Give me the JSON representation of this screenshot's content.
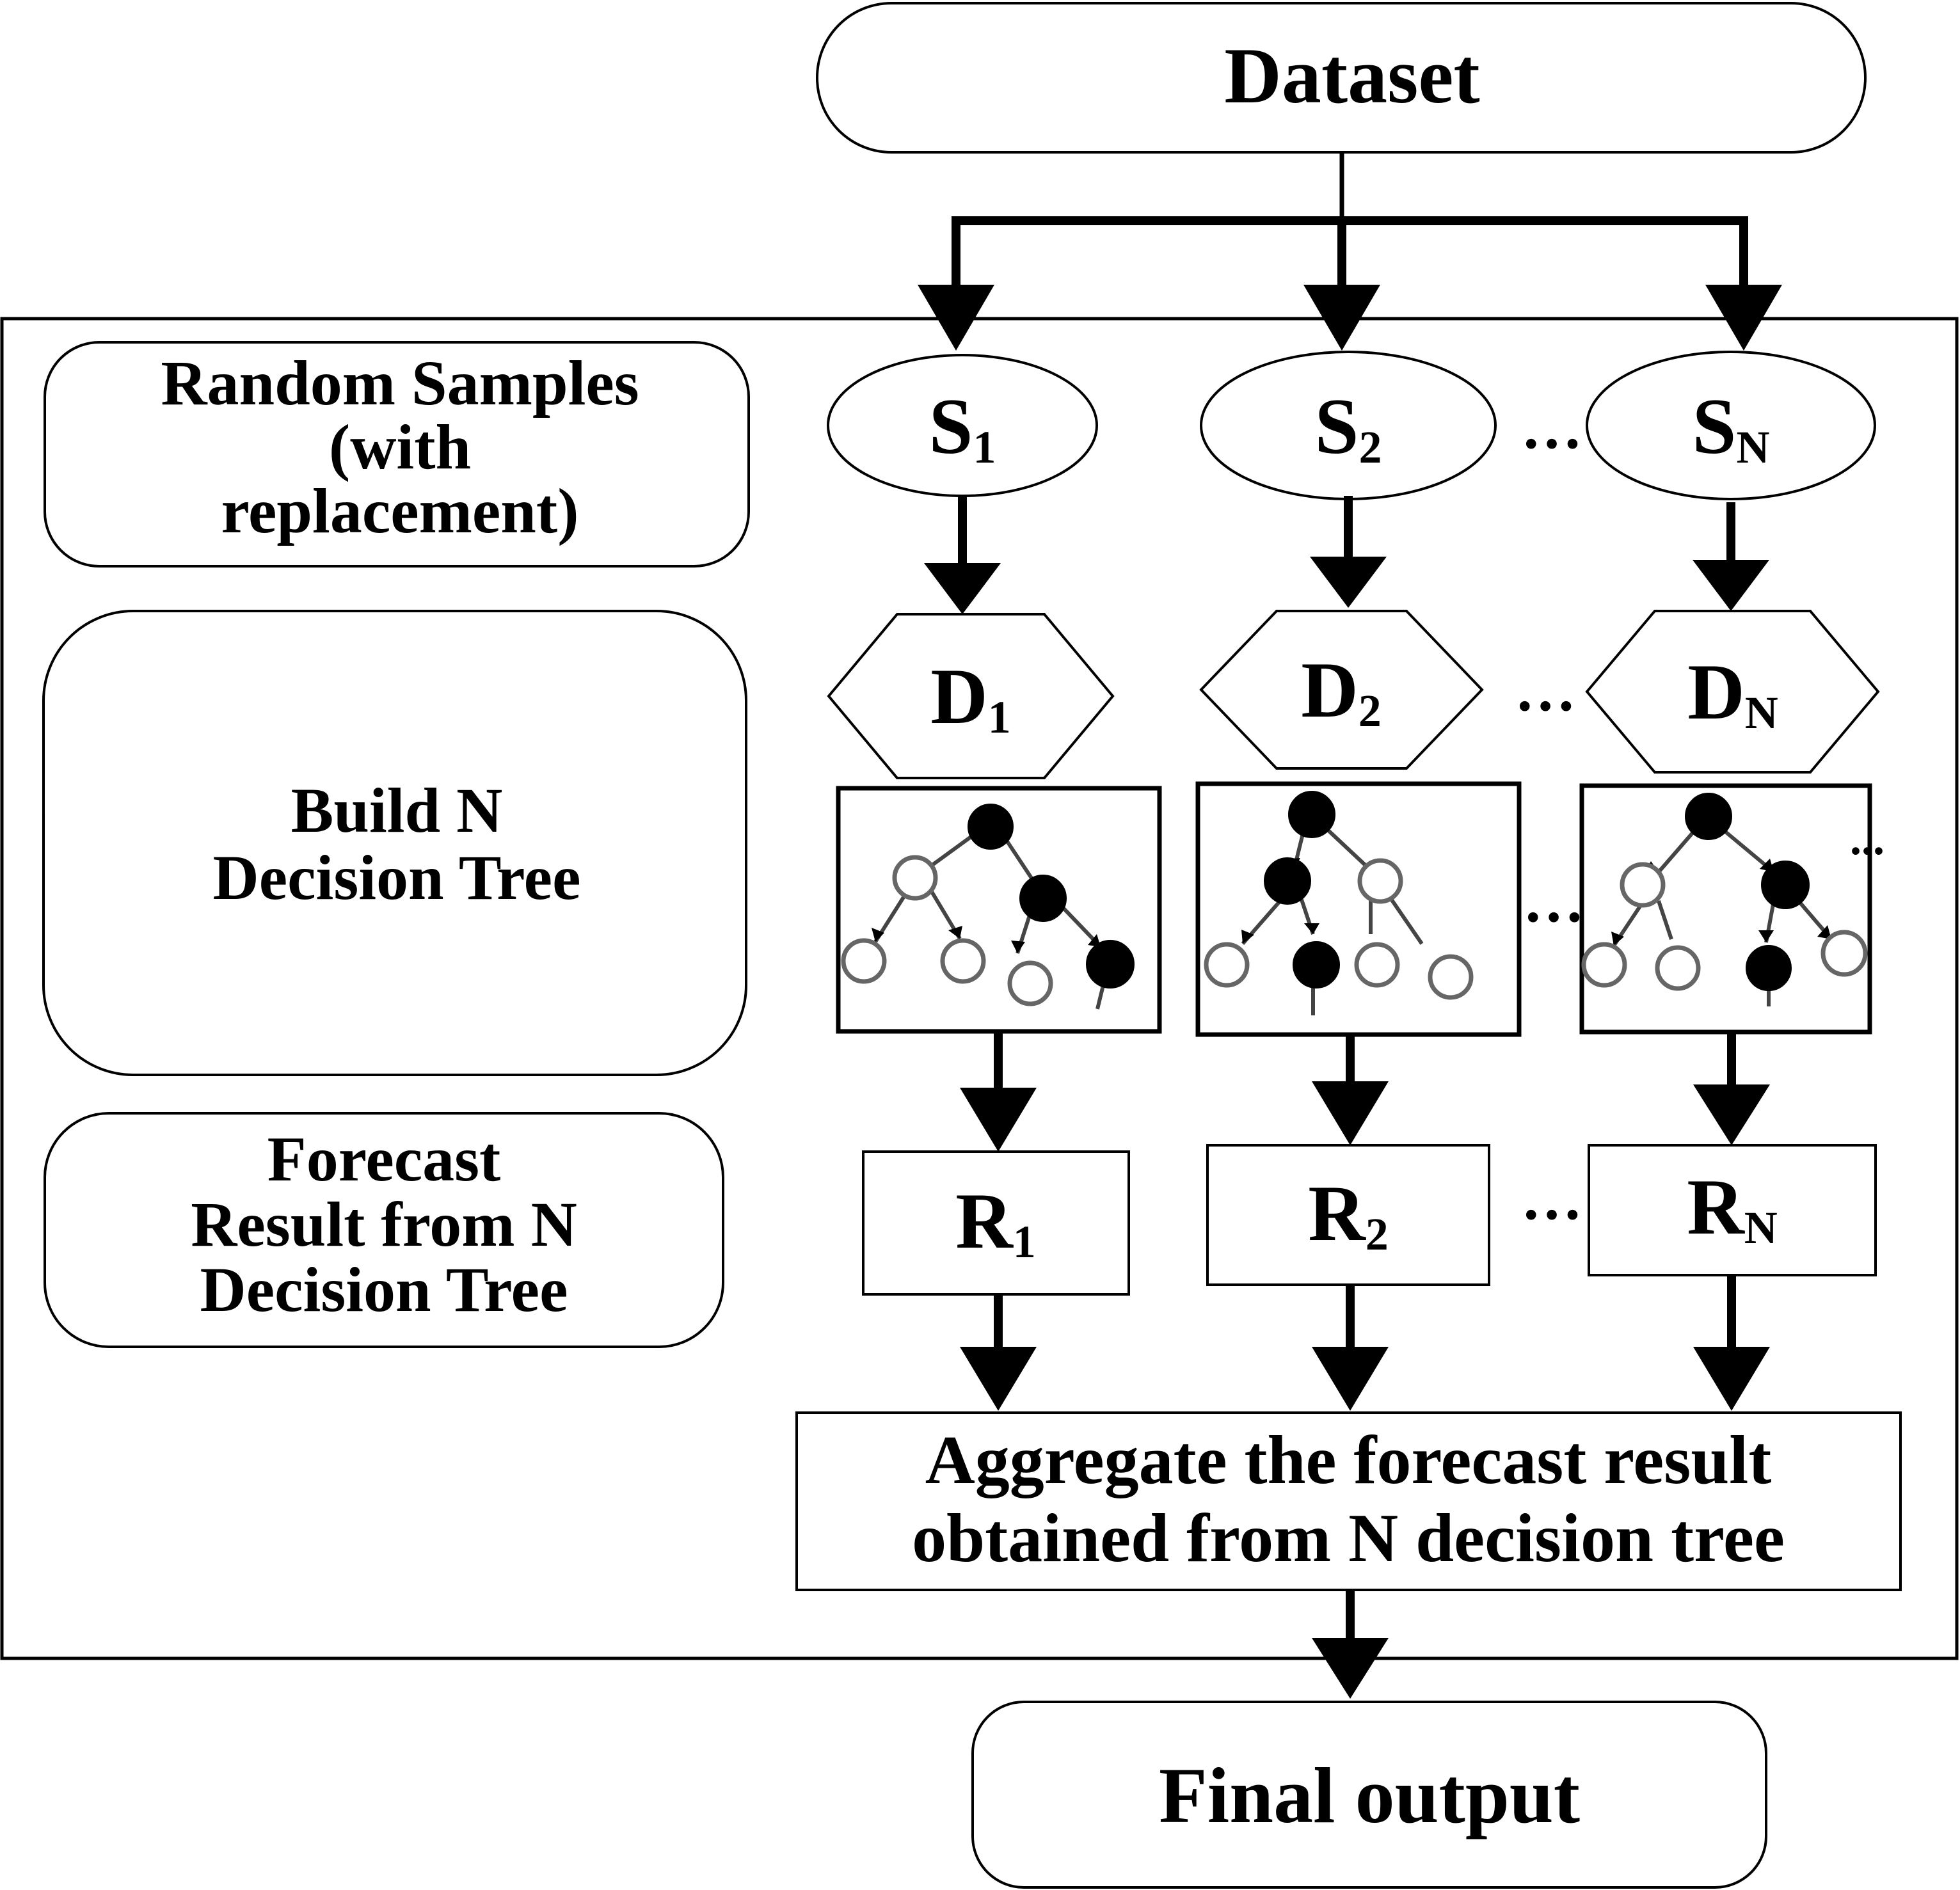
{
  "dataset": "Dataset",
  "steps": {
    "random_samples": [
      "Random Samples",
      "(with",
      "replacement)"
    ],
    "build_trees": [
      "Build N",
      "Decision Tree"
    ],
    "forecast": [
      "Forecast",
      "Result from N",
      "Decision Tree"
    ]
  },
  "samples": [
    {
      "base": "S",
      "sub": "1"
    },
    {
      "base": "S",
      "sub": "2"
    },
    {
      "base": "S",
      "sub": "N"
    }
  ],
  "datasets": [
    {
      "base": "D",
      "sub": "1"
    },
    {
      "base": "D",
      "sub": "2"
    },
    {
      "base": "D",
      "sub": "N"
    }
  ],
  "results": [
    {
      "base": "R",
      "sub": "1"
    },
    {
      "base": "R",
      "sub": "2"
    },
    {
      "base": "R",
      "sub": "N"
    }
  ],
  "ellipsis": "…",
  "tree_ellipsis": "...",
  "aggregate": [
    "Aggregate the forecast result",
    "obtained from N decision tree"
  ],
  "final_output": "Final output"
}
